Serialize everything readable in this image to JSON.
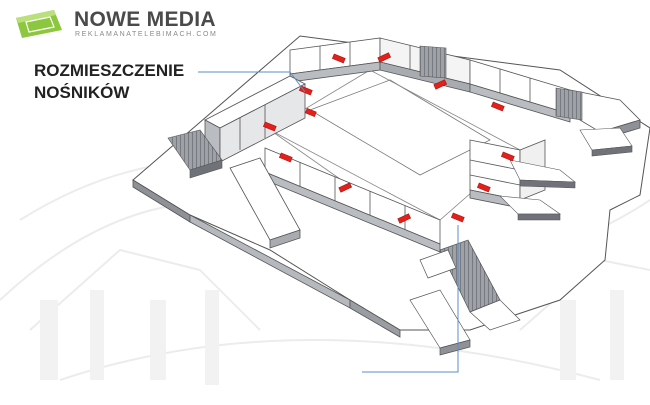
{
  "brand": {
    "name": "NOWE MEDIA",
    "tagline": "REKLAMANATELEBIMACH.COM",
    "logo_color": "#8dc63f"
  },
  "heading": {
    "line1": "ROZMIESZCZENIE",
    "line2": "NOŚNIKÓW"
  },
  "colors": {
    "marker": "#e3201b",
    "leader_line": "#5b8ec7",
    "structure": "#ffffff",
    "structure_shade": "#b9bcc1",
    "structure_dark": "#6f7278",
    "outline": "#555555"
  },
  "markers": {
    "count": 13,
    "type": "advertising-screen"
  }
}
